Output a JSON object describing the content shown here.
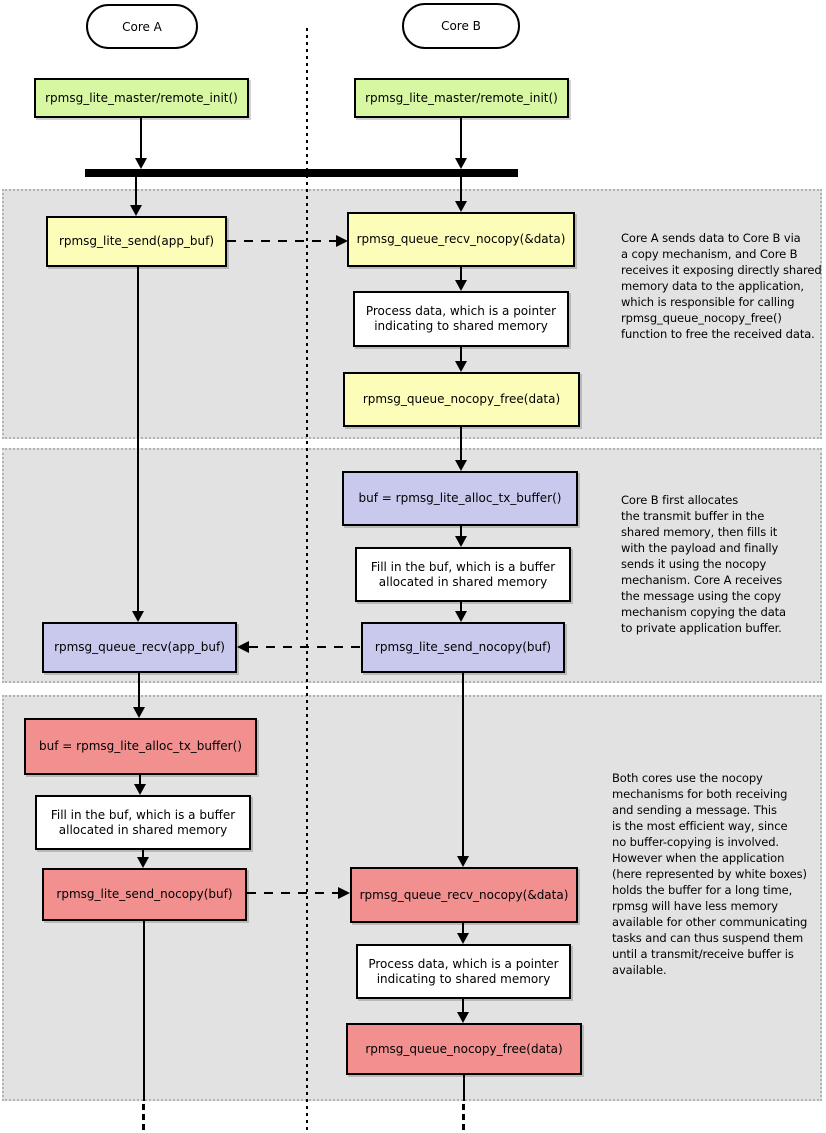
{
  "lifelines": {
    "core_a": "Core A",
    "core_b": "Core B"
  },
  "colors": {
    "init_green": "#d8f7a3",
    "copy_yellow": "#fdfdba",
    "nocopy_blue": "#c9c9ee",
    "full_nocopy_red": "#f29090",
    "section_gray": "#e2e2e2",
    "app_white": "#ffffff"
  },
  "nodes": {
    "init_a": "rpmsg_lite_master/remote_init()",
    "init_b": "rpmsg_lite_master/remote_init()",
    "s1_send": "rpmsg_lite_send(app_buf)",
    "s1_recv_nocopy": "rpmsg_queue_recv_nocopy(&data)",
    "s1_process": "Process data, which is a pointer indicating to shared memory",
    "s1_free": "rpmsg_queue_nocopy_free(data)",
    "s2_alloc": "buf = rpmsg_lite_alloc_tx_buffer()",
    "s2_fill": "Fill in the buf, which is a buffer allocated in shared memory",
    "s2_send_nocopy": "rpmsg_lite_send_nocopy(buf)",
    "s2_recv": "rpmsg_queue_recv(app_buf)",
    "s3_alloc": "buf = rpmsg_lite_alloc_tx_buffer()",
    "s3_fill": "Fill in the buf, which is a buffer allocated in shared memory",
    "s3_send_nocopy": "rpmsg_lite_send_nocopy(buf)",
    "s3_recv_nocopy": "rpmsg_queue_recv_nocopy(&data)",
    "s3_process": "Process data, which is a pointer indicating to shared memory",
    "s3_free": "rpmsg_queue_nocopy_free(data)"
  },
  "annotations": {
    "section1": "Core A sends data to Core B via\na copy mechanism, and Core B\nreceives it exposing directly shared\nmemory data to the application,\nwhich is responsible for calling\nrpmsg_queue_nocopy_free()\nfunction to free the received data.",
    "section2": "Core B first allocates\nthe transmit buffer in the\nshared memory, then fills it\nwith the payload and finally\nsends it using the nocopy\nmechanism. Core A receives\nthe message using the copy\nmechanism copying the data\nto private application buffer.",
    "section3": "Both cores use the nocopy\nmechanisms for both receiving\nand sending a message. This\nis the most efficient way, since\nno buffer-copying is involved.\nHowever when the application\n(here represented by white boxes)\nholds the buffer for a long time,\nrpmsg will have less memory\navailable for other communicating\ntasks and can thus suspend them\nuntil a transmit/receive buffer is\navailable."
  }
}
